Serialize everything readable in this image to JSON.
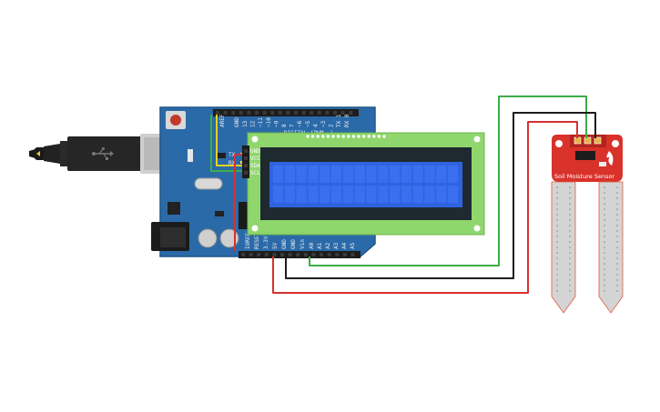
{
  "arduino": {
    "digital_header_label": "DIGITAL (PWM ~)",
    "digital_pins": [
      "13",
      "12",
      "~11",
      "~10",
      "~9",
      "8",
      "7",
      "~6",
      "~5",
      "4",
      "~3",
      "2",
      "TX 1",
      "RX 0"
    ],
    "aref_label": "AREF",
    "gnd_label": "GND",
    "tx_label": "TX",
    "rx_label": "RX",
    "power_pins": [
      "IOREF",
      "RESET",
      "3.3V",
      "5V",
      "GND",
      "GND",
      "Vin"
    ],
    "analog_pins": [
      "A0",
      "A1",
      "A2",
      "A3",
      "A4",
      "A5"
    ]
  },
  "lcd": {
    "pins": [
      "GND",
      "VCC",
      "SDA",
      "SCL"
    ]
  },
  "sensor": {
    "label": "Soil Moisture Sensor"
  },
  "colors": {
    "board": "#2b6aa8",
    "lcd_pcb": "#8fd66d",
    "lcd_screen": "#2f63e0",
    "sensor_pcb": "#d8322b",
    "wire_green": "#3cae48",
    "wire_black": "#1c1c1c",
    "wire_red": "#d83030",
    "wire_yellow": "#e6d21c"
  },
  "icons": {
    "usb": "usb-icon",
    "logo": "sparkfun-flame-icon"
  }
}
